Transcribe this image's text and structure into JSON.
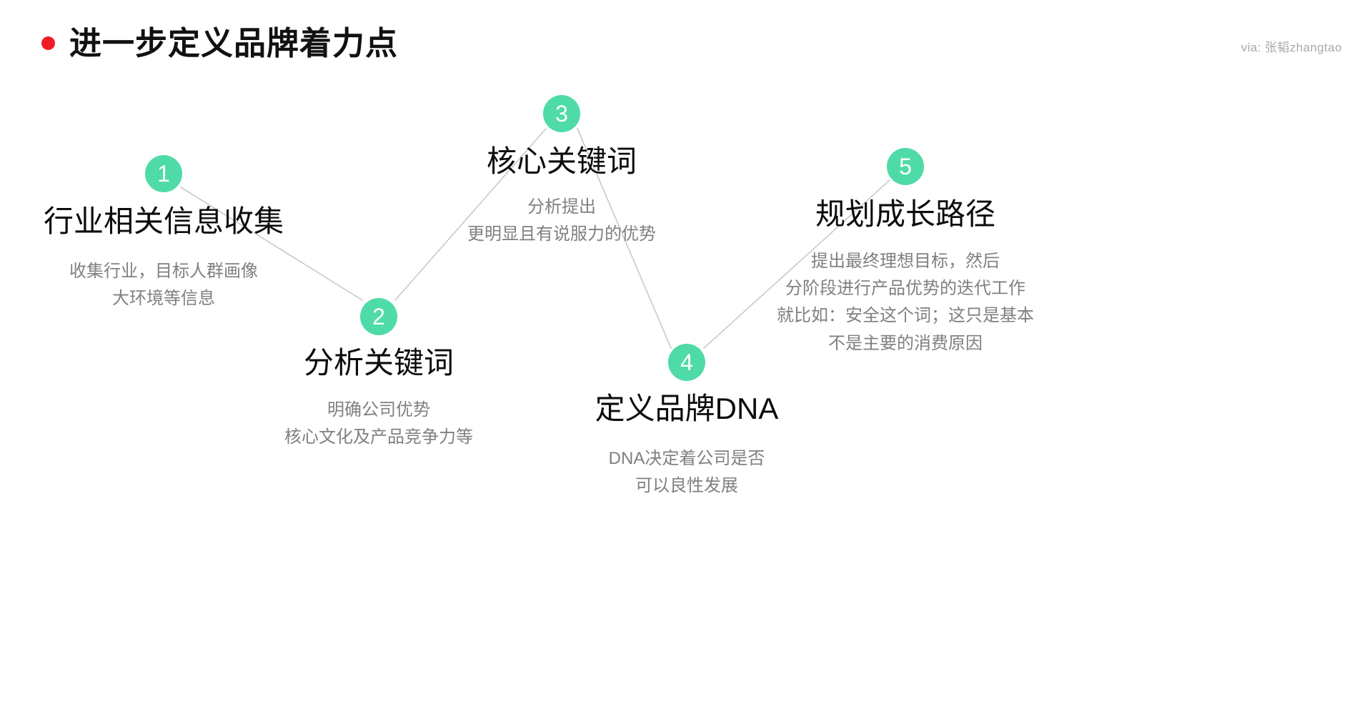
{
  "header": {
    "title": "进一步定义品牌着力点",
    "bullet_color": "#ef1b26",
    "attribution": "via: 张韬zhangtao"
  },
  "theme": {
    "badge_color": "#4fdba7",
    "title_color": "#0c0c0c",
    "desc_color": "#808080",
    "line_color": "#c9c9c9",
    "background": "#ffffff"
  },
  "steps": [
    {
      "number": "1",
      "title": "行业相关信息收集",
      "desc_lines": [
        "收集行业，目标人群画像",
        "大环境等信息"
      ]
    },
    {
      "number": "2",
      "title": "分析关键词",
      "desc_lines": [
        "明确公司优势",
        "核心文化及产品竞争力等"
      ]
    },
    {
      "number": "3",
      "title": "核心关键词",
      "desc_lines": [
        "分析提出",
        "更明显且有说服力的优势"
      ]
    },
    {
      "number": "4",
      "title": "定义品牌DNA",
      "desc_lines": [
        "DNA决定着公司是否",
        "可以良性发展"
      ]
    },
    {
      "number": "5",
      "title": "规划成长路径",
      "desc_lines": [
        "提出最终理想目标，然后",
        "分阶段进行产品优势的迭代工作",
        "就比如：安全这个词；这只是基本",
        "不是主要的消费原因"
      ]
    }
  ],
  "connectors": [
    {
      "from": "1",
      "to": "2"
    },
    {
      "from": "2",
      "to": "3"
    },
    {
      "from": "3",
      "to": "4"
    },
    {
      "from": "4",
      "to": "5"
    }
  ]
}
